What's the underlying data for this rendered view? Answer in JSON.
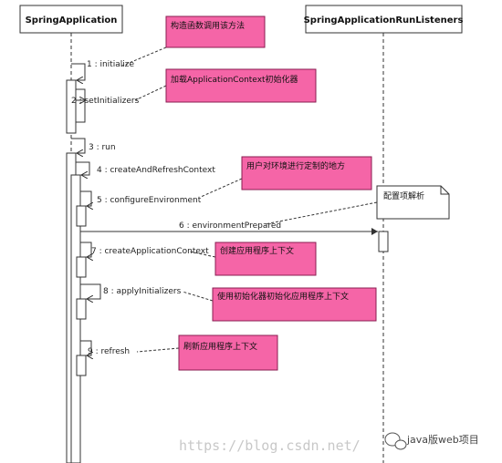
{
  "participants": {
    "left": "SpringApplication",
    "right": "SpringApplicationRunListeners"
  },
  "messages": [
    {
      "id": "m1",
      "text": "1 : initialize"
    },
    {
      "id": "m2",
      "text": "2 : setInitializers"
    },
    {
      "id": "m3",
      "text": "3 : run"
    },
    {
      "id": "m4",
      "text": "4 : createAndRefreshContext"
    },
    {
      "id": "m5",
      "text": "5 : configureEnvironment"
    },
    {
      "id": "m6",
      "text": "6 : environmentPrepared"
    },
    {
      "id": "m7",
      "text": "7 : createApplicationContext"
    },
    {
      "id": "m8",
      "text": "8 : applyInitializers"
    },
    {
      "id": "m9",
      "text": "9 : refresh"
    }
  ],
  "notes": [
    {
      "id": "n1",
      "text": "构造函数调用该方法"
    },
    {
      "id": "n2",
      "text": "加载ApplicationContext初始化器"
    },
    {
      "id": "n3",
      "text": "用户对环境进行定制的地方"
    },
    {
      "id": "n4",
      "text": "配置项解析"
    },
    {
      "id": "n5",
      "text": "创建应用程序上下文"
    },
    {
      "id": "n6",
      "text": "使用初始化器初始化应用程序上下文"
    },
    {
      "id": "n7",
      "text": "刷新应用程序上下文"
    }
  ],
  "watermark": {
    "url": "https://blog.csdn.net/",
    "brand": "java版web项目"
  },
  "colors": {
    "note_fill": "#f565a7",
    "note_border": "#8a1d52",
    "line": "#333333",
    "watermark": "#c8c8c8"
  }
}
